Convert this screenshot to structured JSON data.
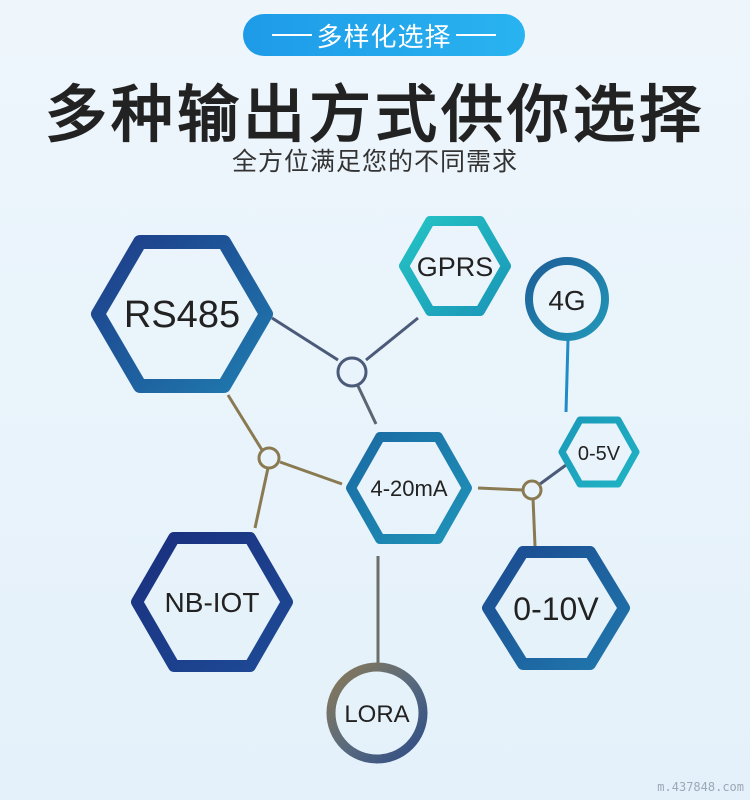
{
  "header": {
    "tag": "多样化选择",
    "title": "多种输出方式供你选择",
    "subtitle": "全方位满足您的不同需求"
  },
  "nodes": [
    {
      "id": "rs485",
      "label": "RS485",
      "shape": "hexagon",
      "color": "#1f4f95"
    },
    {
      "id": "gprs",
      "label": "GPRS",
      "shape": "hexagon",
      "color": "#21b0c6"
    },
    {
      "id": "4g",
      "label": "4G",
      "shape": "circle",
      "color": "#1f6f9e"
    },
    {
      "id": "4-20ma",
      "label": "4-20mA",
      "shape": "hexagon",
      "color": "#1a7aa6"
    },
    {
      "id": "0-5v",
      "label": "0-5V",
      "shape": "hexagon",
      "color": "#1a9ab9"
    },
    {
      "id": "nb-iot",
      "label": "NB-IOT",
      "shape": "hexagon",
      "color": "#1c3a88"
    },
    {
      "id": "0-10v",
      "label": "0-10V",
      "shape": "hexagon",
      "color": "#1e5f9c"
    },
    {
      "id": "lora",
      "label": "LORA",
      "shape": "circle",
      "color": "#5d6b78"
    }
  ],
  "colors": {
    "connector_dark": "#4b5a78",
    "connector_gold": "#8a7a52",
    "connector_blue": "#1f8bc7"
  },
  "watermark": "m.437848.com"
}
